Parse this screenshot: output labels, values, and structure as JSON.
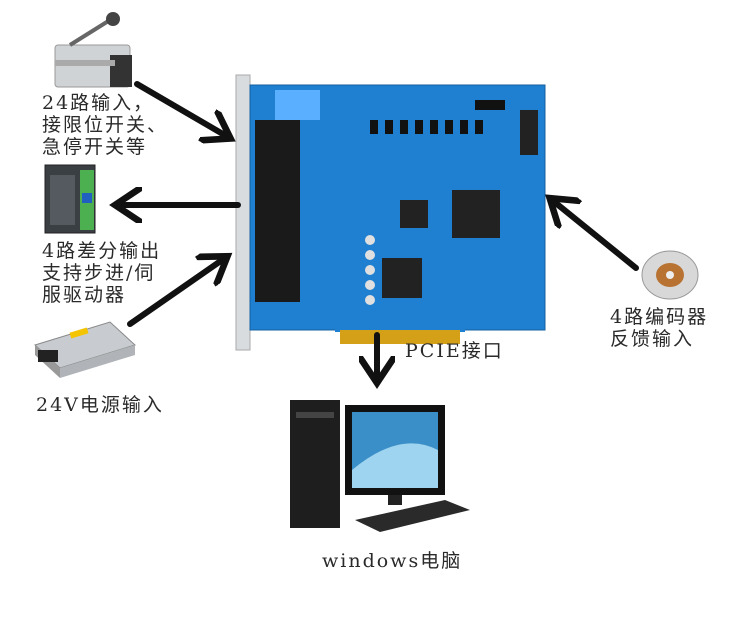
{
  "labels": {
    "inputs": [
      "24路输入，",
      "接限位开关、",
      "急停开关等"
    ],
    "outputs": [
      "4路差分输出",
      "支持步进/伺",
      "服驱动器"
    ],
    "power": "24V电源输入",
    "pcie": "PCIE接口",
    "computer": "windows电脑",
    "encoder": [
      "4路编码器",
      "反馈输入"
    ]
  },
  "colors": {
    "board": "#1f7fd0",
    "arrow": "#111111",
    "connector": "#1a1a1a"
  }
}
